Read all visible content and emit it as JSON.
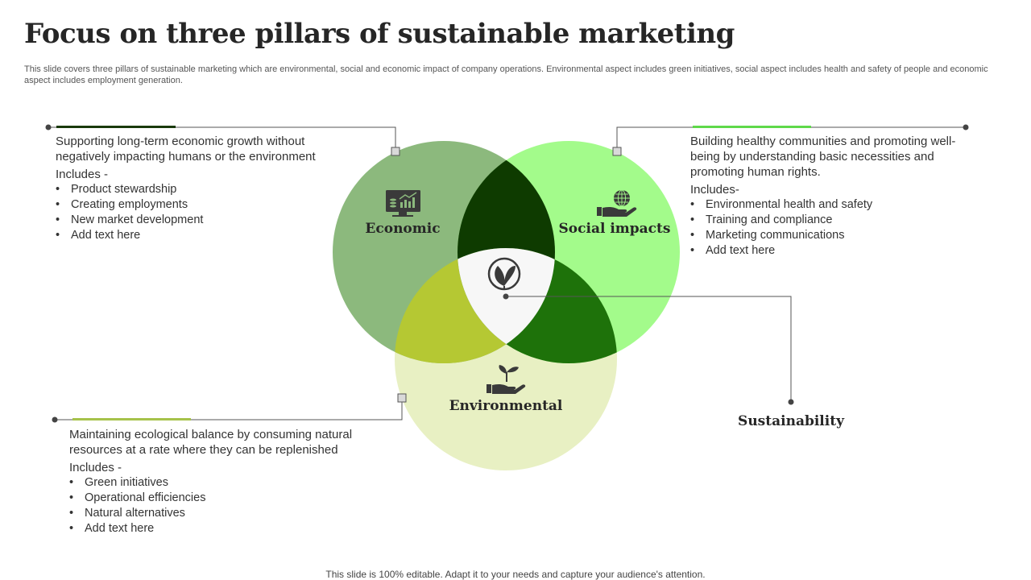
{
  "title": "Focus on three pillars of sustainable marketing",
  "subtitle": "This slide covers three pillars of sustainable marketing which are environmental, social and economic impact of company operations. Environmental aspect includes green initiatives, social aspect includes health and safety of people and economic aspect includes employment generation.",
  "footer": "This slide is 100% editable. Adapt it to your needs and capture your audience's attention.",
  "colors": {
    "economic": "#8cb97d",
    "social": "#a3fb8b",
    "environmental": "#e8f0c3",
    "econ_social": "#0e3b00",
    "econ_env": "#b5c833",
    "social_env": "#1e720a",
    "center": "#f7f7f7",
    "econ_accent": "#1a3a0c",
    "social_accent": "#5fd94a",
    "env_accent": "#a6c24a"
  },
  "pillars": {
    "economic": {
      "label": "Economic",
      "icon": "monitor-chart-icon",
      "lead": "Supporting long-term economic growth without negatively impacting humans or the environment",
      "includes": "Includes -",
      "items": [
        "Product stewardship",
        "Creating employments",
        "New market development",
        "Add text here"
      ]
    },
    "social": {
      "label": "Social impacts",
      "icon": "hand-globe-icon",
      "lead": "Building healthy communities and promoting well-being by understanding basic necessities and promoting human rights.",
      "includes": "Includes-",
      "items": [
        "Environmental health and safety",
        "Training and compliance",
        "Marketing communications",
        "Add text here"
      ]
    },
    "environmental": {
      "label": "Environmental",
      "icon": "hand-sprout-icon",
      "lead": "Maintaining ecological balance by consuming natural resources at a rate where they can be replenished",
      "includes": "Includes -",
      "items": [
        "Green initiatives",
        "Operational efficiencies",
        "Natural alternatives",
        "Add text here"
      ]
    }
  },
  "center": {
    "label": "Sustainability",
    "icon": "leaf-circle-icon"
  }
}
